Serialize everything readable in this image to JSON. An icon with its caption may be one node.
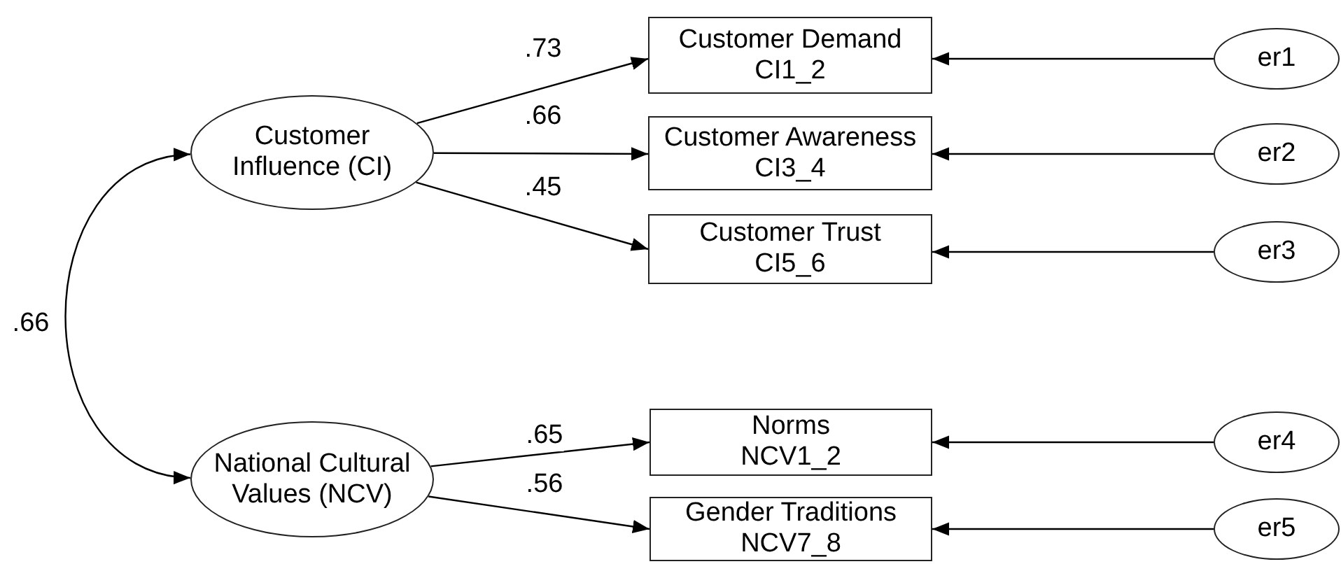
{
  "diagram": {
    "nodes": [
      {
        "text": [
          "Customer Influence (CI)"
        ]
      },
      {
        "text": [
          "Customer Demand",
          "CI1_2"
        ]
      },
      {
        "text": [
          "Customer Awareness",
          "CI3_4"
        ]
      },
      {
        "text": [
          "Customer Trust",
          "CI5_6"
        ]
      },
      {
        "text": [
          "er1"
        ]
      },
      {
        "text": [
          "er2"
        ]
      },
      {
        "text": [
          "er3"
        ]
      },
      {
        "text": [
          "National Cultural Values (NCV)"
        ]
      },
      {
        "text": [
          "Norms",
          "NCV1_2"
        ]
      },
      {
        "text": [
          "Gender Traditions",
          "NCV7_8"
        ]
      },
      {
        "text": [
          "er4"
        ]
      },
      {
        "text": [
          "er5"
        ]
      }
    ],
    "edges": [
      {
        "from": 0,
        "to": 1,
        "arrow": "to",
        "label": ".73"
      },
      {
        "from": 0,
        "to": 2,
        "arrow": "to",
        "label": ".66"
      },
      {
        "from": 0,
        "to": 3,
        "arrow": "to",
        "label": ".45"
      },
      {
        "from": 4,
        "to": 1,
        "arrow": "to"
      },
      {
        "from": 5,
        "to": 2,
        "arrow": "to"
      },
      {
        "from": 6,
        "to": 3,
        "arrow": "to"
      },
      {
        "from": 0,
        "to": 7,
        "arrow": "both",
        "label": ".66"
      },
      {
        "from": 7,
        "to": 8,
        "arrow": "to",
        "label": ".65"
      },
      {
        "from": 7,
        "to": 9,
        "arrow": "to",
        "label": ".56"
      },
      {
        "from": 10,
        "to": 8,
        "arrow": "to"
      },
      {
        "from": 11,
        "to": 9,
        "arrow": "to"
      }
    ]
  }
}
